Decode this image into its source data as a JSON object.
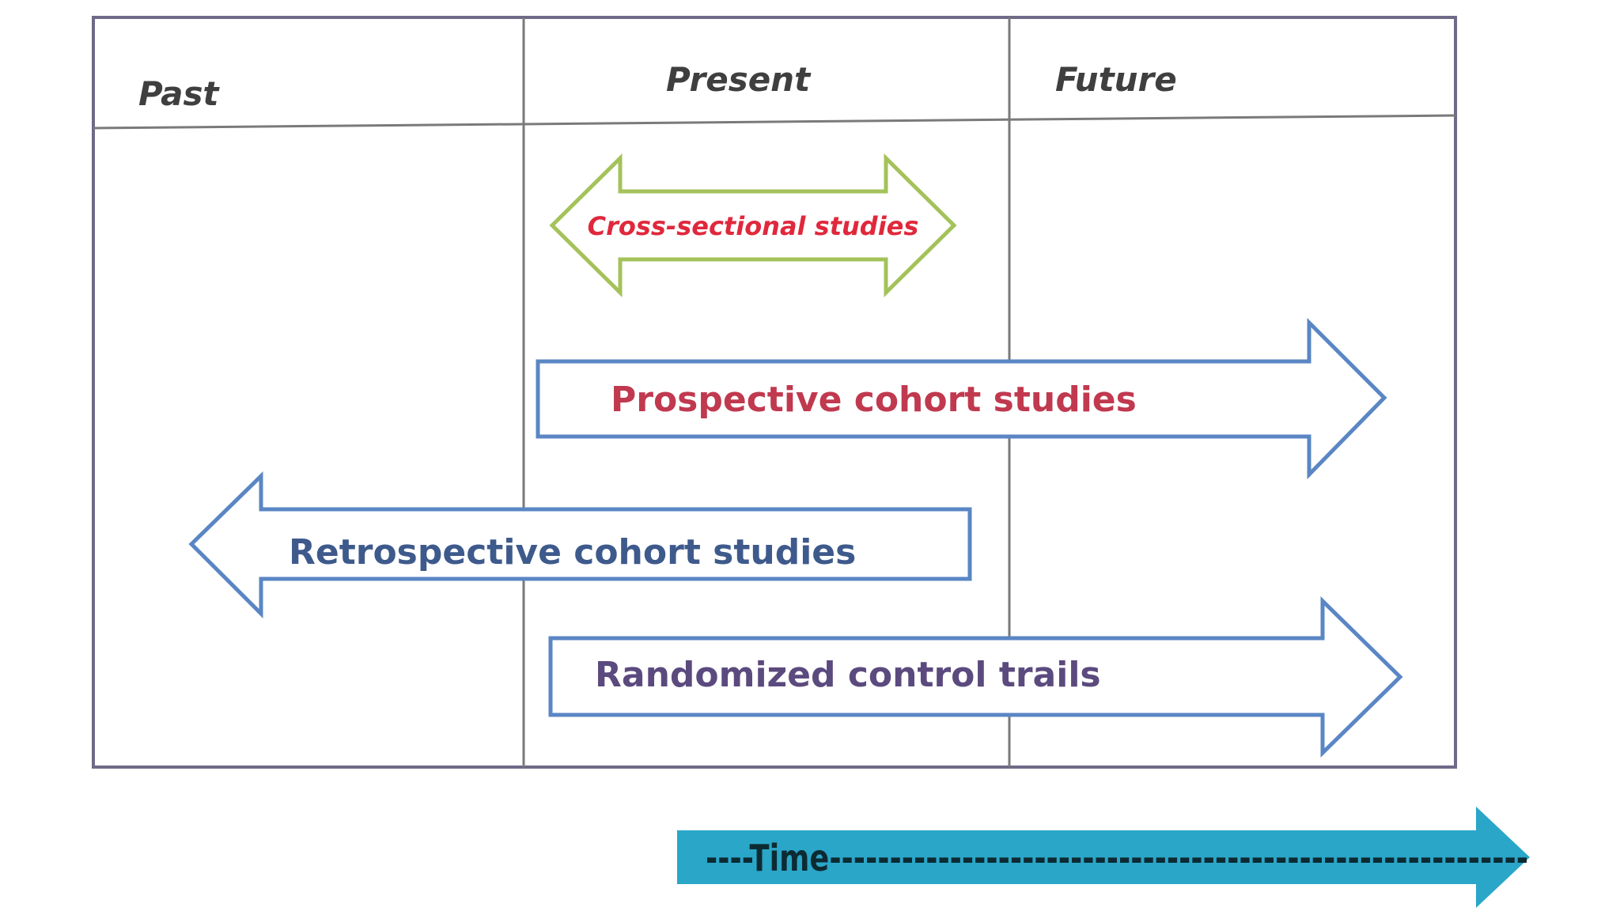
{
  "headers": {
    "past": "Past",
    "present": "Present",
    "future": "Future"
  },
  "arrows": {
    "cross_sectional": {
      "label": "Cross-sectional studies",
      "stroke": "#a4c25a",
      "text_color": "#e0283c"
    },
    "prospective": {
      "label": "Prospective cohort studies",
      "stroke": "#5a86c4",
      "text_color": "#c0394f"
    },
    "retrospective": {
      "label": "Retrospective cohort studies",
      "stroke": "#5a86c4",
      "text_color": "#3e5a8c"
    },
    "rct": {
      "label": "Randomized control trails",
      "stroke": "#5a86c4",
      "text_color": "#5b4a7e"
    }
  },
  "timeline": {
    "label": "----Time----------------------------------------------------------",
    "color": "#2aa6c8"
  },
  "colors": {
    "frame": "#6e6a88",
    "grid_line": "#7a7a7a"
  }
}
